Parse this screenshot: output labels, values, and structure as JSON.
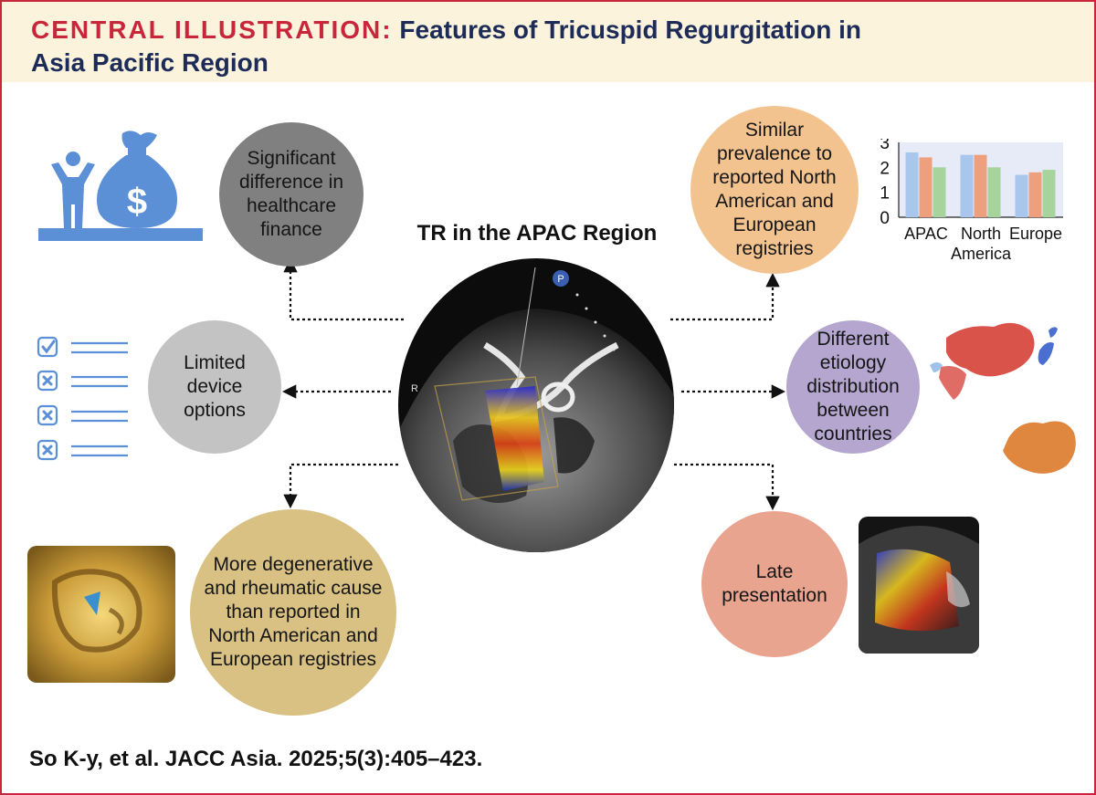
{
  "header": {
    "label": "CENTRAL ILLUSTRATION:",
    "title_line1": "Features of Tricuspid Regurgitation in",
    "title_line2": "Asia Pacific Region"
  },
  "center": {
    "title": "TR in the APAC Region",
    "image_labels": {
      "probe": "P",
      "marker": "R"
    }
  },
  "features": {
    "finance": "Significant difference in healthcare finance",
    "prevalence": "Similar prevalence to reported North American and European registries",
    "device": "Limited device options",
    "etiology": "Different etiology distribution between countries",
    "degenerative": "More degenerative and rheumatic cause than reported in North American and European registries",
    "late": "Late presentation"
  },
  "checklist": {
    "items": [
      {
        "state": "checked",
        "icon": "check-icon"
      },
      {
        "state": "crossed",
        "icon": "x-icon"
      },
      {
        "state": "crossed",
        "icon": "x-icon"
      },
      {
        "state": "crossed",
        "icon": "x-icon"
      }
    ]
  },
  "colors": {
    "accent_red": "#c8263a",
    "navy": "#1d2b58",
    "icon_blue": "#5b8fd6",
    "map_red": "#d9534a",
    "map_orange": "#e0873f"
  },
  "chart_data": {
    "type": "bar",
    "categories": [
      "APAC",
      "North America",
      "Europe"
    ],
    "category_lines": [
      [
        "APAC"
      ],
      [
        "North",
        "America"
      ],
      [
        "Europe"
      ]
    ],
    "series": [
      {
        "color": "#a9c6ec",
        "values": [
          2.6,
          2.5,
          1.7
        ]
      },
      {
        "color": "#eea07e",
        "values": [
          2.4,
          2.5,
          1.8
        ]
      },
      {
        "color": "#a7d39c",
        "values": [
          2.0,
          2.0,
          1.9
        ]
      }
    ],
    "ylim": [
      0,
      3
    ],
    "yticks": [
      "0",
      "1",
      "2",
      "3"
    ],
    "grid": false,
    "plot_background": "#e6ebf7"
  }
}
